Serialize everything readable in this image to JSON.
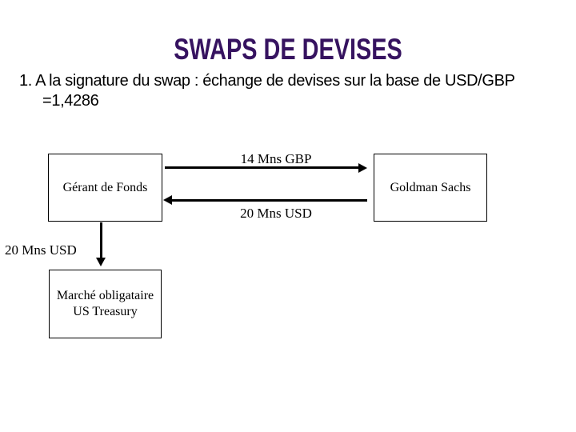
{
  "slide": {
    "title": "SWAPS DE DEVISES",
    "title_color": "#361360",
    "body_line1": "1. A la signature du swap : échange de devises sur la base de USD/GBP",
    "body_line2": "=1,4286"
  },
  "diagram": {
    "line_color": "#000000",
    "boxes": {
      "fund_manager_label": "Gérant de Fonds",
      "bank_label": "Goldman Sachs",
      "bond_market_label_line1": "Marché obligataire",
      "bond_market_label_line2": "US Treasury"
    },
    "flows": {
      "gbp_to_bank_label": "14 Mns GBP",
      "usd_to_fund_label": "20 Mns USD",
      "usd_to_bonds_label": "20 Mns USD"
    }
  }
}
